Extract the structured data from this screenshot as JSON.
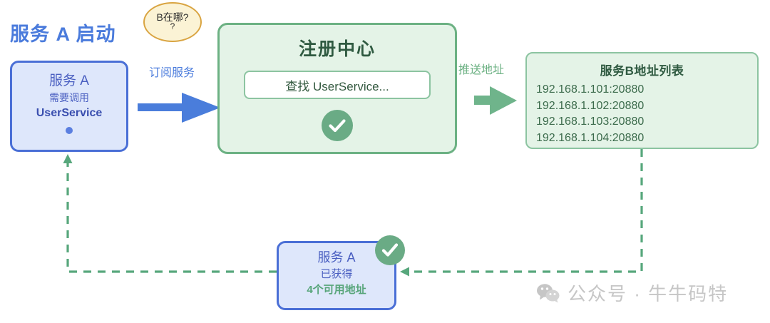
{
  "page": {
    "title": "服务 A 启动",
    "title_color": "#4a7bdc",
    "background": "#ffffff"
  },
  "service_a": {
    "name": "服务 A",
    "subtitle": "需要调用",
    "target_service": "UserService",
    "dot_icon": "status-dot-icon",
    "fill_color": "#dee7fb",
    "border_color": "#4a6fd6"
  },
  "thought_bubble": {
    "line1": "B在哪?",
    "line2": "?",
    "fill_color": "#fbf3d5",
    "border_color": "#d9a441"
  },
  "arrows": {
    "subscribe_label": "订阅服务",
    "subscribe_color": "#4a7bdc",
    "push_label": "推送地址",
    "push_color": "#6cb183"
  },
  "registry": {
    "title": "注册中心",
    "search_text": "查找 UserService...",
    "check_icon": "check-circle-icon",
    "fill_color": "#e4f3e7",
    "border_color": "#6cb183"
  },
  "address_list": {
    "title": "服务B地址列表",
    "items": [
      "192.168.1.101:20880",
      "192.168.1.102:20880",
      "192.168.1.103:20880",
      "192.168.1.104:20880"
    ],
    "fill_color": "#e4f3e7",
    "border_color": "#8cc4a1"
  },
  "result": {
    "name": "服务 A",
    "subtitle": "已获得",
    "count_text": "4个可用地址",
    "count_color": "#57a57a",
    "badge_icon": "check-circle-icon",
    "fill_color": "#dee7fb",
    "border_color": "#4a6fd6"
  },
  "connectors": {
    "dash_color": "#57a77c"
  },
  "watermark": {
    "icon": "wechat-icon",
    "text": "公众号 · 牛牛码特",
    "color": "#c6c6c6"
  }
}
